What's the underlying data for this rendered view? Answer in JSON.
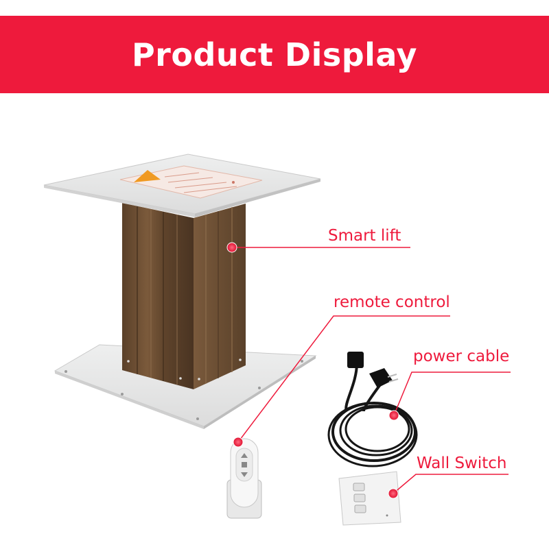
{
  "banner": {
    "title": "Product Display",
    "color": "#ee1a3c"
  },
  "callouts": [
    {
      "label": "Smart lift"
    },
    {
      "label": "remote control"
    },
    {
      "label": "power cable"
    },
    {
      "label": "Wall Switch"
    }
  ],
  "colors": {
    "accent": "#ee1a3c",
    "column": "#6b4e33",
    "plate": "#e7e8e8"
  }
}
